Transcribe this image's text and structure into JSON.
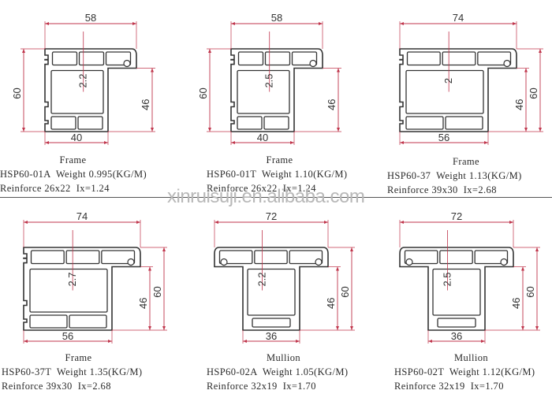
{
  "watermark": "xinruisuji.en.alibaba.com",
  "colors": {
    "profile_stroke": "#333333",
    "dimension_line": "#c0364c",
    "text": "#2a2a2a"
  },
  "panels": [
    {
      "type": "frame",
      "top_width": "58",
      "height": "60",
      "ledge_height": "46",
      "wall": "2.2",
      "bottom_width": "40",
      "name": "Frame",
      "line1": "HSP60-01A  Weight 0.995(KG/M)",
      "line2": "Reinforce 26x22  Ix=1.24"
    },
    {
      "type": "frame",
      "top_width": "58",
      "height": "60",
      "ledge_height": "46",
      "wall": "2.5",
      "bottom_width": "40",
      "name": "Frame",
      "line1": "HSP60-01T  Weight 1.10(KG/M)",
      "line2": "Reinforce 26x22  Ix=1.24"
    },
    {
      "type": "frame",
      "top_width": "74",
      "height": "60",
      "ledge_height": "46",
      "wall": "2",
      "bottom_width": "56",
      "name": "Frame",
      "line1": "HSP60-37  Weight 1.13(KG/M)",
      "line2": "Reinforce 39x30  Ix=2.68"
    },
    {
      "type": "frame",
      "top_width": "74",
      "height": "60",
      "ledge_height": "46",
      "wall": "2.7",
      "bottom_width": "56",
      "name": "Frame",
      "line1": "HSP60-37T  Weight 1.35(KG/M)",
      "line2": "Reinforce 39x30  Ix=2.68"
    },
    {
      "type": "mullion",
      "top_width": "72",
      "height": "60",
      "ledge_height": "46",
      "wall": "2.2",
      "bottom_width": "36",
      "name": "Mullion",
      "line1": "HSP60-02A  Weight 1.05(KG/M)",
      "line2": "Reinforce 32x19  Ix=1.70"
    },
    {
      "type": "mullion",
      "top_width": "72",
      "height": "60",
      "ledge_height": "46",
      "wall": "2.5",
      "bottom_width": "36",
      "name": "Mullion",
      "line1": "HSP60-02T  Weight 1.12(KG/M)",
      "line2": "Reinforce 32x19  Ix=1.70"
    }
  ]
}
